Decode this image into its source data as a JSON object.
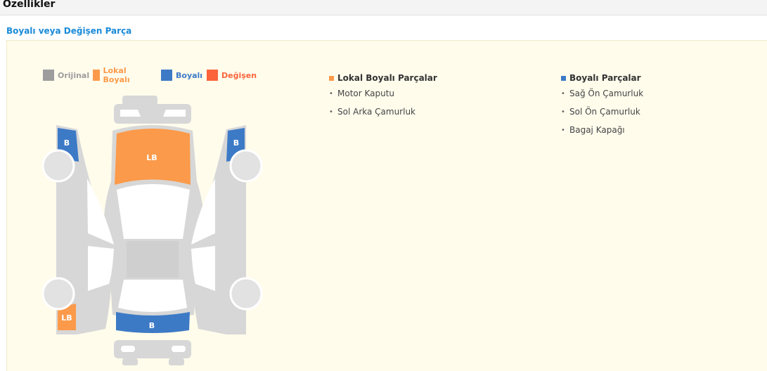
{
  "header": {
    "title": "Özellikler"
  },
  "section": {
    "title": "Boyalı veya Değişen Parça"
  },
  "legend": [
    {
      "label": "Orijinal",
      "color": "#9d9d9d"
    },
    {
      "label": "Lokal Boyalı",
      "color": "#fb9a4a"
    },
    {
      "label": "Boyalı",
      "color": "#3d7ac6"
    },
    {
      "label": "Değişen",
      "color": "#fb643a"
    }
  ],
  "car_diagram": {
    "hood_code": "LB",
    "trunk_code": "B",
    "front_right_fender_code": "B",
    "front_left_fender_code": "B",
    "rear_left_fender_code": "LB",
    "colors": {
      "original": "#d7d7d7",
      "local_painted": "#fb9a4a",
      "painted": "#3d7ac6"
    }
  },
  "lists": {
    "local_painted": {
      "heading": "Lokal Boyalı Parçalar",
      "color": "#fb9a4a",
      "items": [
        "Motor Kaputu",
        "Sol Arka Çamurluk"
      ]
    },
    "painted": {
      "heading": "Boyalı Parçalar",
      "color": "#3d7ac6",
      "items": [
        "Sağ Ön Çamurluk",
        "Sol Ön Çamurluk",
        "Bagaj Kapağı"
      ]
    },
    "bullet": "•"
  }
}
